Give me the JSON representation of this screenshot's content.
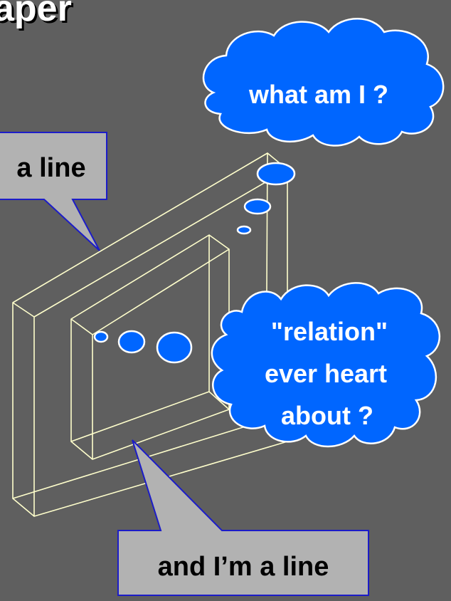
{
  "title": "aper",
  "thought_top": "what am I ?",
  "callout_top": "a line",
  "thought_right": [
    "\"relation\"",
    "ever heart",
    "about ?"
  ],
  "callout_bottom": "and I’m a line",
  "colors": {
    "background": "#5f5f5f",
    "wireframe": "#ffffcc",
    "cloud": "#0066ff",
    "callout_fill": "#b2b2b2",
    "callout_stroke": "#1c1cc8"
  }
}
